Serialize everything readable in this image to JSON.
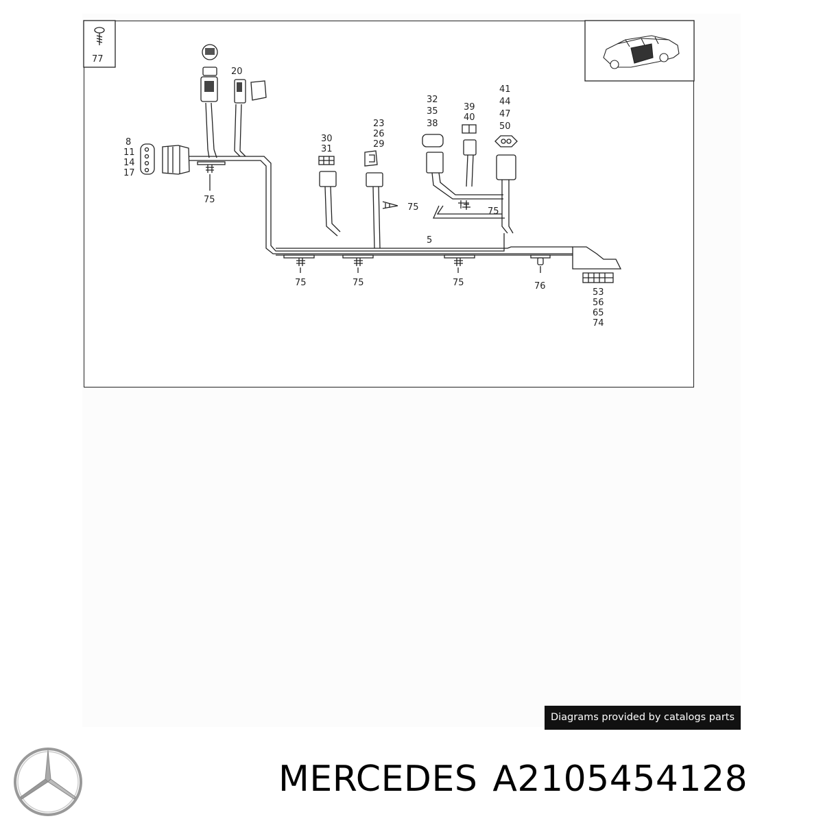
{
  "diagram": {
    "labels": {
      "screw": "77",
      "conn_top": "20",
      "conn_left": [
        "8",
        "11",
        "14",
        "17"
      ],
      "clip_left": "75",
      "conn_3031": [
        "30",
        "31"
      ],
      "conn_232629": [
        "23",
        "26",
        "29"
      ],
      "conn_323538": [
        "32",
        "35",
        "38"
      ],
      "conn_3940": [
        "39",
        "40"
      ],
      "conn_41": [
        "41",
        "44",
        "47",
        "50"
      ],
      "clip_mid": "75",
      "clip_right": "75",
      "harness": "5",
      "clip_b1": "75",
      "clip_b2": "75",
      "clip_b3": "75",
      "stud": "76",
      "conn_end": [
        "53",
        "56",
        "65",
        "74"
      ]
    }
  },
  "credit": "Diagrams provided by catalogs parts",
  "footer": {
    "brand": "MERCEDES",
    "part_number": "A2105454128",
    "logo_icon": "mercedes-star-icon"
  }
}
